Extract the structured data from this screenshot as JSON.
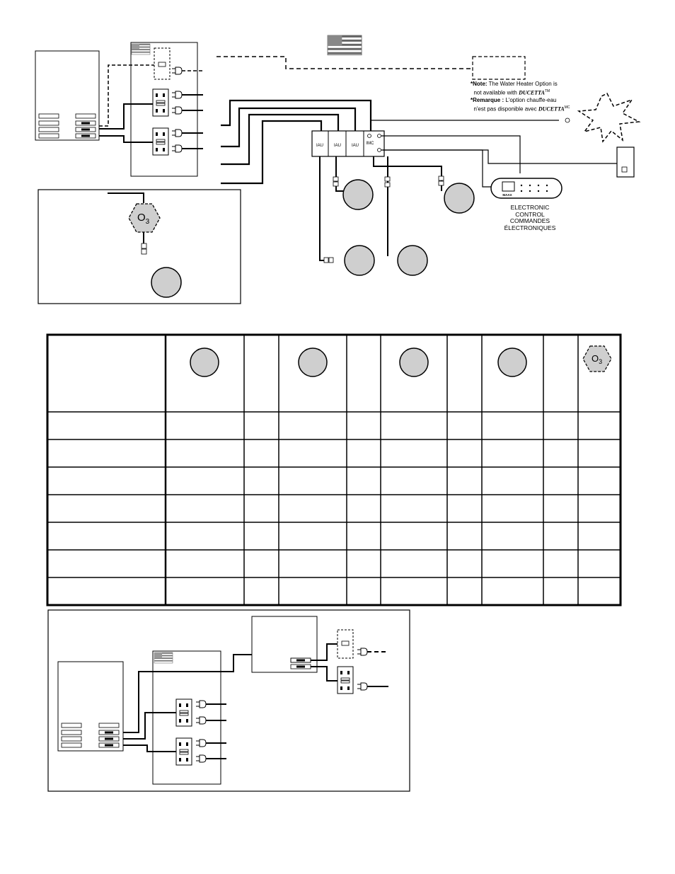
{
  "flag_country": "US",
  "note": {
    "line1_prefix": "*Note:",
    "line1_text": "The Water Heater Option is",
    "line2_text": "not available with",
    "line2_brand": "DUCETTA",
    "line2_sup": "TM",
    "line3_prefix": "*Remarque :",
    "line3_text": "L'option chauffe-eau",
    "line4_text": "n'est pas disponible avec",
    "line4_brand": "DUCETTA",
    "line4_sup": "MC"
  },
  "control_labels": {
    "iau1": "IAU",
    "iau2": "IAU",
    "iau3": "IAU",
    "imc": "IMC",
    "brand": "MAAX"
  },
  "electronic_control": {
    "line1": "ELECTRONIC",
    "line2": "CONTROL",
    "line3": "COMMANDES",
    "line4": "ÉLECTRONIQUES"
  },
  "ozone_symbol": {
    "base": "O",
    "subscript": "3"
  },
  "table": {
    "row_count": 7,
    "header_icons": [
      "pump-circle",
      "pump-circle",
      "pump-circle",
      "pump-circle",
      "ozone-hexagon"
    ]
  },
  "colors": {
    "line": "#000000",
    "component_fill": "#cfcfcf",
    "background": "#ffffff"
  }
}
